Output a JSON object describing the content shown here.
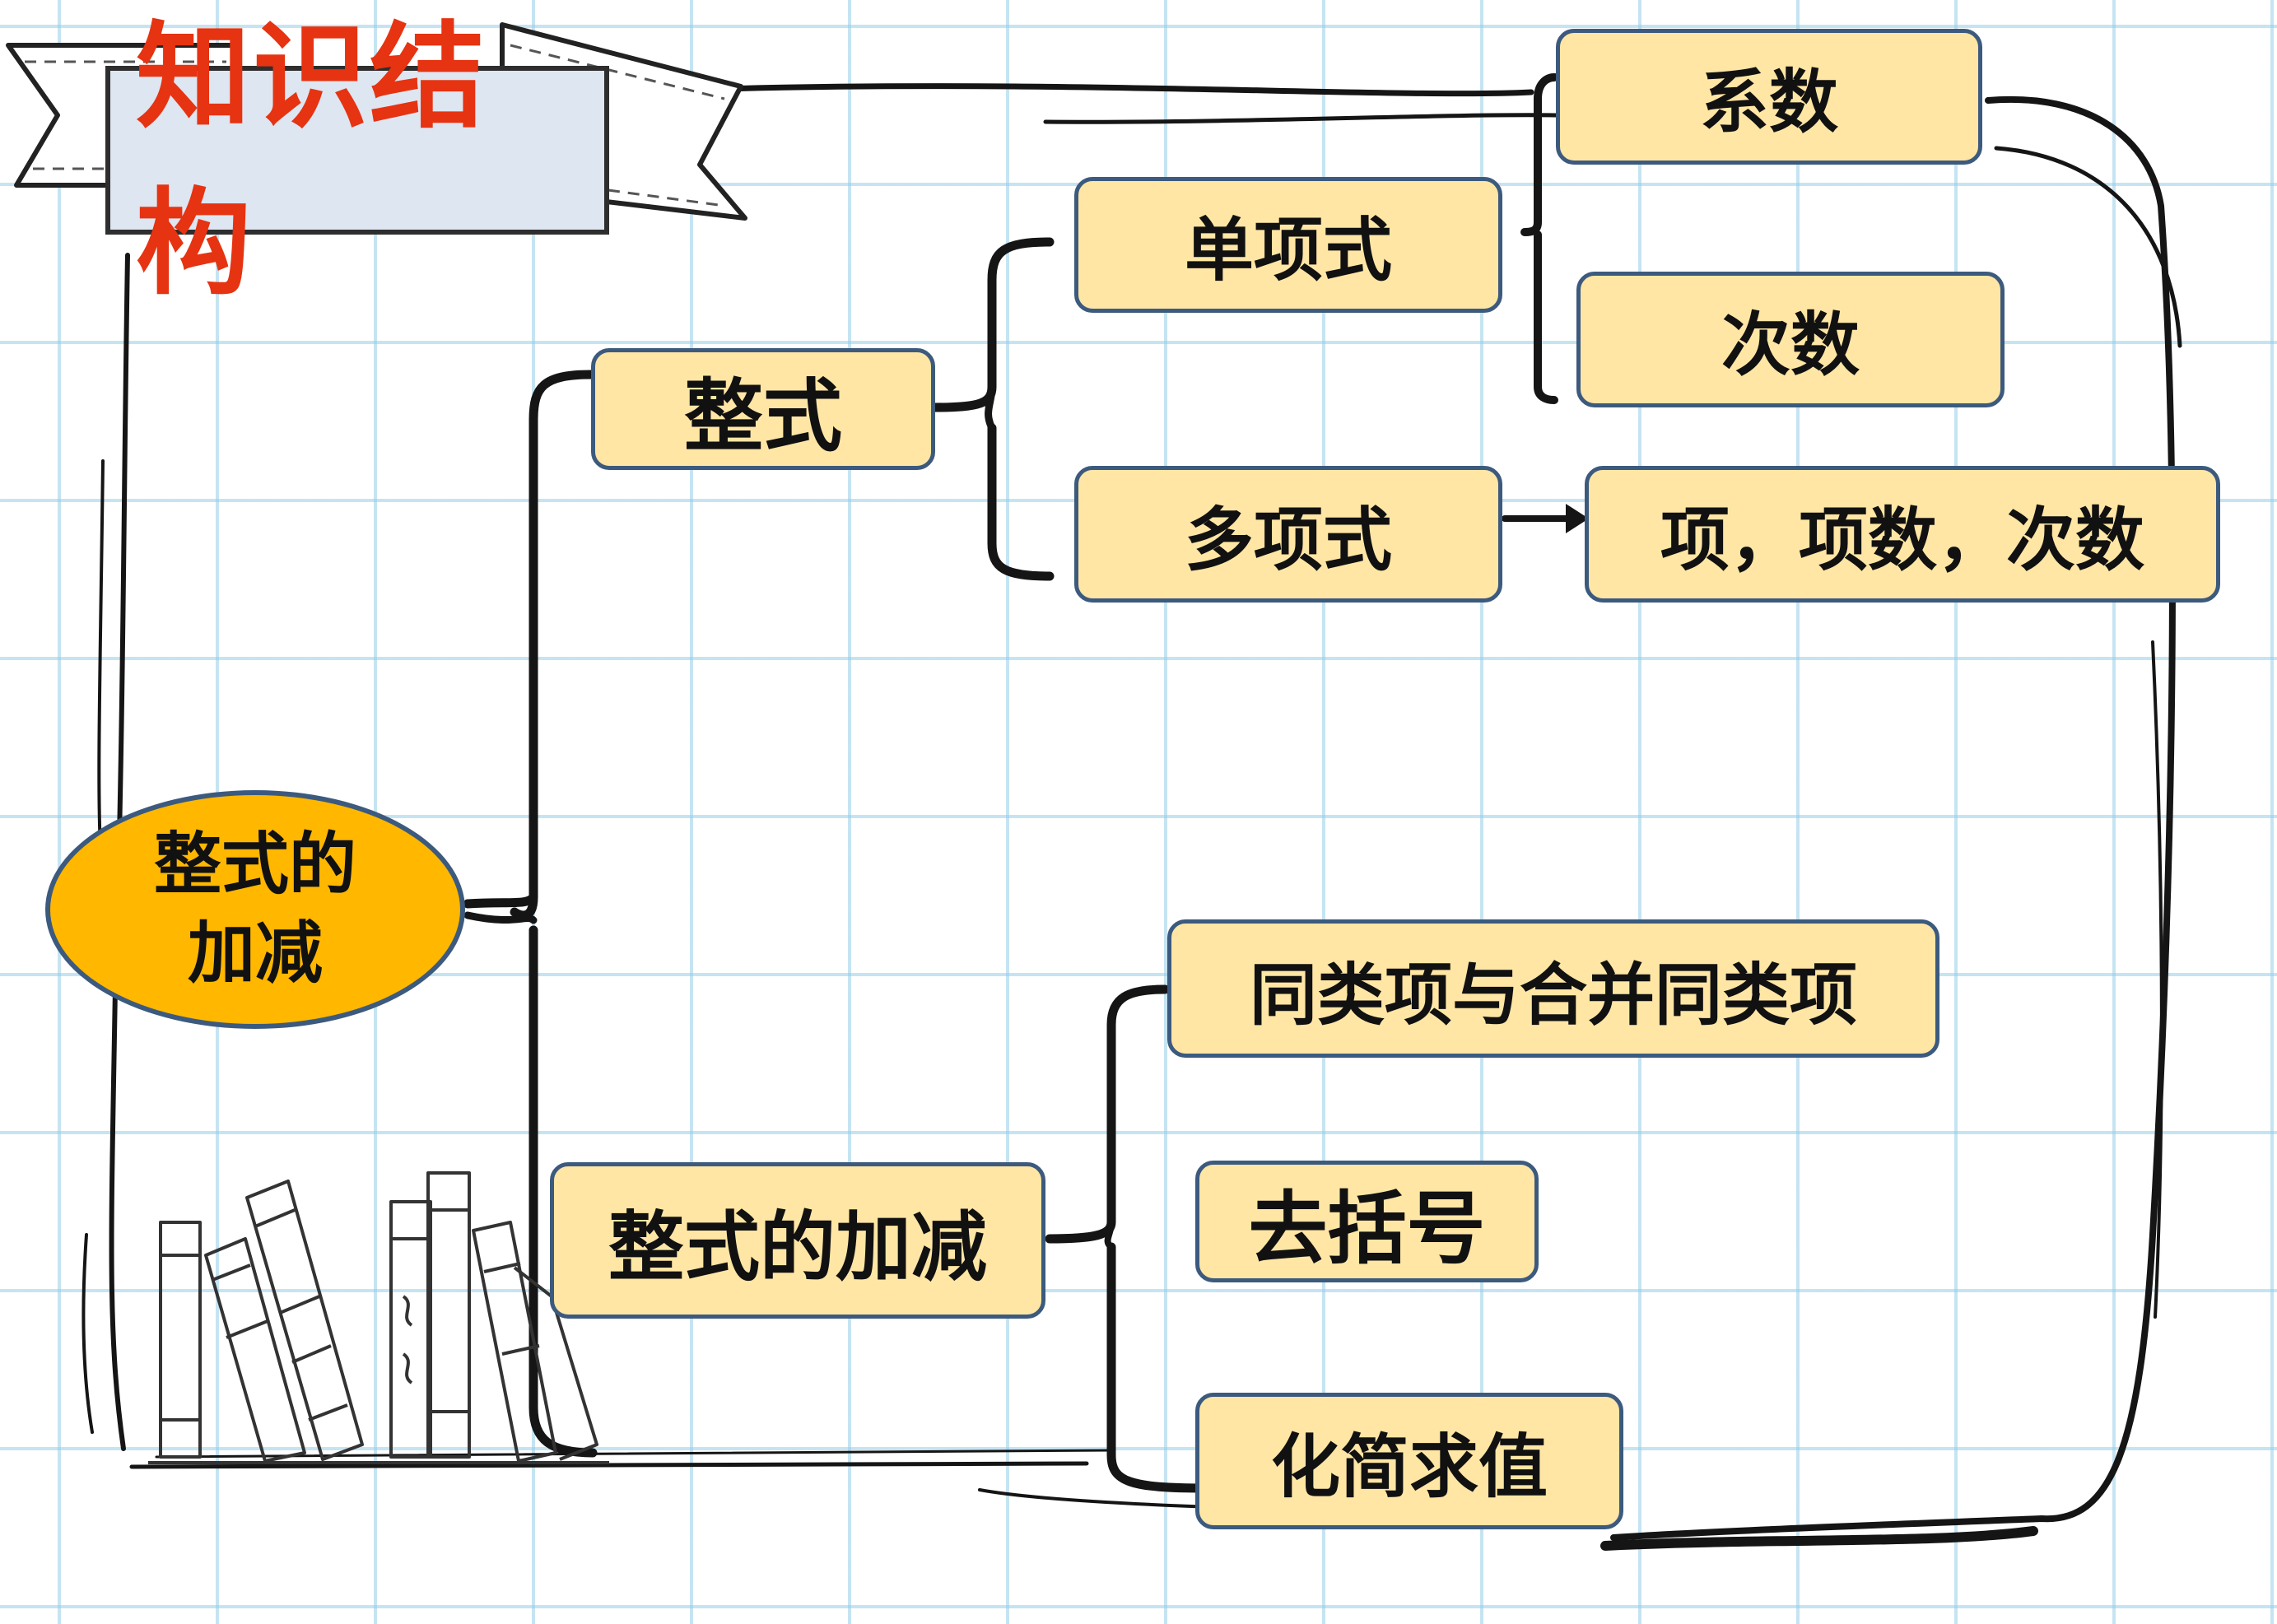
{
  "banner": {
    "title": "知识结构"
  },
  "root": {
    "line1": "整式的",
    "line2": "加减"
  },
  "level1": {
    "zhengshi": "整式",
    "jiajian": "整式的加减"
  },
  "zhengshi_children": {
    "danxiangshi": "单项式",
    "duoxiangshi": "多项式"
  },
  "danxiangshi_children": {
    "xishu": "系数",
    "cishu": "次数"
  },
  "duoxiangshi_children": {
    "details": "项，项数，次数"
  },
  "jiajian_children": {
    "tongleixiang": "同类项与合并同类项",
    "quguohao": "去括号",
    "huajian": "化简求值"
  },
  "colors": {
    "box_fill": "#ffe6a5",
    "box_border": "#3c5a7e",
    "root_fill": "#ffb700",
    "title_red": "#e63312",
    "grid": "#96cde8"
  }
}
